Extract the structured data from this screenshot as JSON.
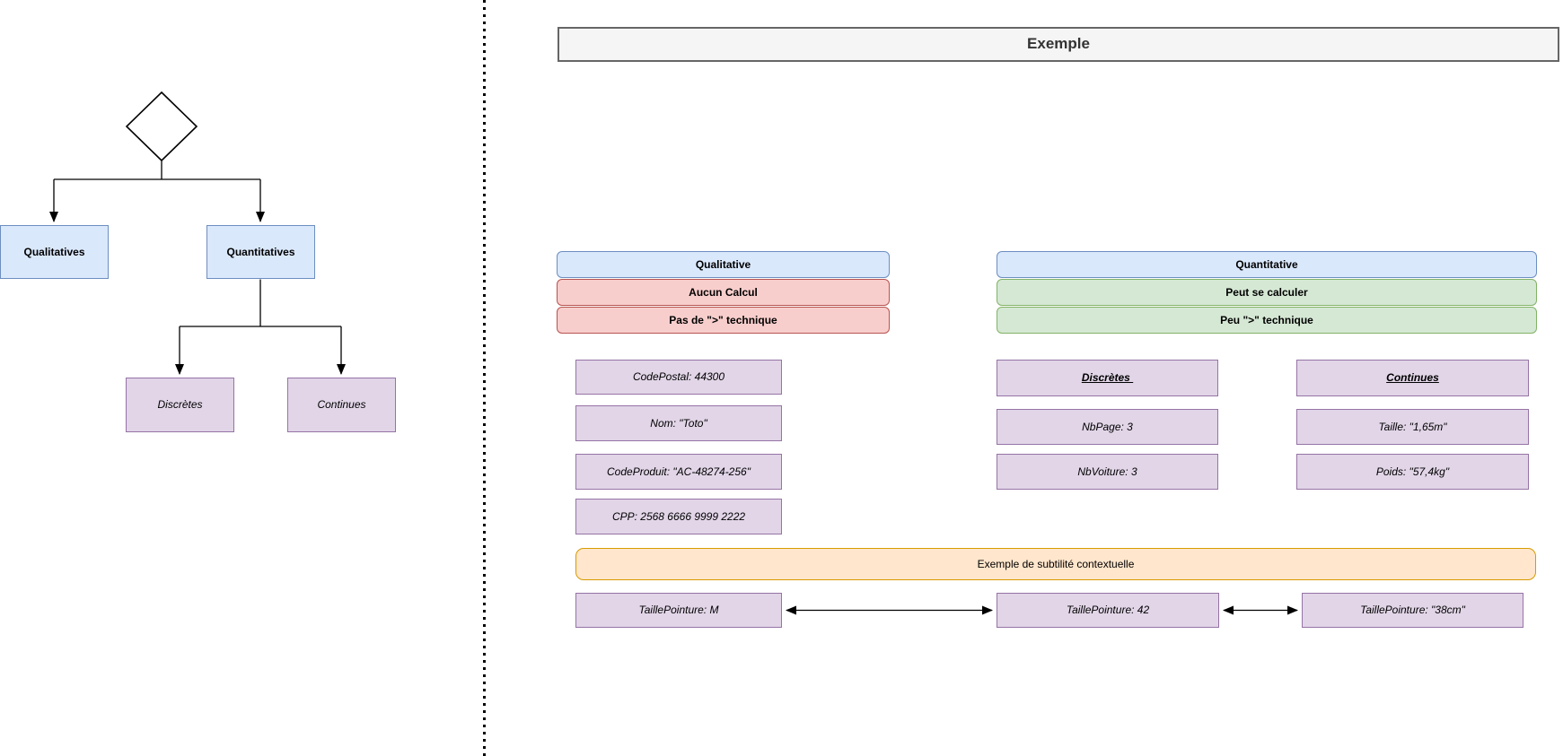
{
  "colors": {
    "blue_fill": "#dae8fc",
    "blue_border": "#6c8ebf",
    "red_fill": "#f8cecc",
    "red_border": "#b85450",
    "green_fill": "#d5e8d4",
    "green_border": "#82b366",
    "purple_fill": "#e1d5e7",
    "purple_border": "#9673a6",
    "orange_fill": "#ffe6cc",
    "orange_border": "#d79b00",
    "title_fill": "#f5f5f5",
    "title_border": "#666666",
    "line_color": "#000000"
  },
  "tree": {
    "root_shape": "decision-diamond",
    "qualitatives_label": "Qualitatives",
    "quantitatives_label": "Quantitatives",
    "discretes_label": "Discrètes",
    "continues_label": "Continues"
  },
  "panel": {
    "title": "Exemple",
    "qualitative": {
      "header": "Qualitative",
      "rules": [
        "Aucun Calcul",
        "Pas de \">\" technique"
      ],
      "examples": [
        "CodePostal: 44300",
        "Nom: \"Toto\"",
        "CodeProduit: \"AC-48274-256\"",
        "CPP: 2568 6666 9999 2222"
      ]
    },
    "quantitative": {
      "header": "Quantitative",
      "rules": [
        "Peut se calculer",
        "Peu \">\" technique"
      ],
      "discrete": {
        "header": "Discrètes ",
        "examples": [
          "NbPage: 3",
          "NbVoiture: 3"
        ]
      },
      "continuous": {
        "header": "Continues",
        "examples": [
          "Taille: \"1,65m\"",
          "Poids: \"57,4kg\""
        ]
      }
    },
    "context_note": "Exemple de subtilité contextuelle",
    "pointure": [
      "TaillePointure: M",
      "TaillePointure: 42",
      "TaillePointure: \"38cm\""
    ]
  }
}
